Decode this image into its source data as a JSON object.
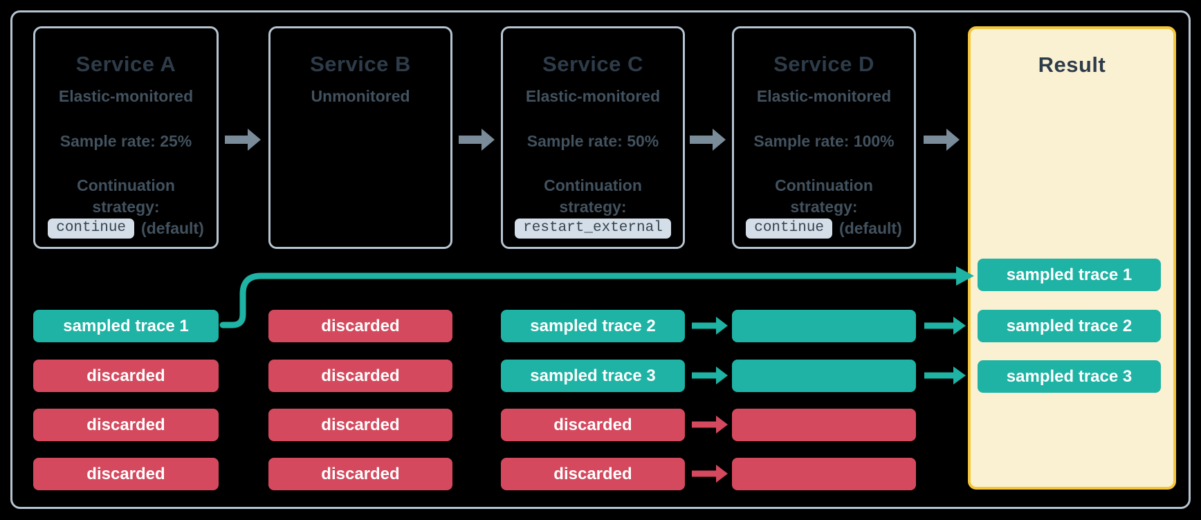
{
  "palette": {
    "background": "#000000",
    "frame_border": "#b6c4d1",
    "service_border": "#b6c4d1",
    "heading_text": "#2e3c4a",
    "body_text": "#42525f",
    "chip_background": "#d4dee8",
    "chip_text": "#36434f",
    "sampled_teal": "#1eb3a4",
    "discarded_red": "#d4495e",
    "result_background": "#faf1d3",
    "result_border": "#f4c63d",
    "box_arrow_gray": "#7a8b99",
    "pill_text": "#ffffff"
  },
  "services": [
    {
      "title": "Service A",
      "subtitle": "Elastic-monitored",
      "sample_rate": "Sample rate: 25%",
      "strategy_label": "Continuation strategy:",
      "strategy_code": "continue",
      "strategy_suffix": "(default)"
    },
    {
      "title": "Service B",
      "subtitle": "Unmonitored",
      "sample_rate": "",
      "strategy_label": "",
      "strategy_code": "",
      "strategy_suffix": ""
    },
    {
      "title": "Service C",
      "subtitle": "Elastic-monitored",
      "sample_rate": "Sample rate: 50%",
      "strategy_label": "Continuation strategy:",
      "strategy_code": "restart_external",
      "strategy_suffix": ""
    },
    {
      "title": "Service D",
      "subtitle": "Elastic-monitored",
      "sample_rate": "Sample rate: 100%",
      "strategy_label": "Continuation strategy:",
      "strategy_code": "continue",
      "strategy_suffix": "(default)"
    }
  ],
  "columns": {
    "a": [
      {
        "label": "sampled trace 1",
        "type": "sampled"
      },
      {
        "label": "discarded",
        "type": "discarded"
      },
      {
        "label": "discarded",
        "type": "discarded"
      },
      {
        "label": "discarded",
        "type": "discarded"
      }
    ],
    "b": [
      {
        "label": "discarded",
        "type": "discarded"
      },
      {
        "label": "discarded",
        "type": "discarded"
      },
      {
        "label": "discarded",
        "type": "discarded"
      },
      {
        "label": "discarded",
        "type": "discarded"
      }
    ],
    "c": [
      {
        "label": "sampled trace 2",
        "type": "sampled"
      },
      {
        "label": "sampled trace 3",
        "type": "sampled"
      },
      {
        "label": "discarded",
        "type": "discarded"
      },
      {
        "label": "discarded",
        "type": "discarded"
      }
    ],
    "d": [
      {
        "label": "",
        "type": "sampled"
      },
      {
        "label": "",
        "type": "sampled"
      },
      {
        "label": "",
        "type": "discarded"
      },
      {
        "label": "",
        "type": "discarded"
      }
    ]
  },
  "result": {
    "title": "Result",
    "pills": [
      {
        "label": "sampled trace 1",
        "type": "sampled"
      },
      {
        "label": "sampled trace 2",
        "type": "sampled"
      },
      {
        "label": "sampled trace 3",
        "type": "sampled"
      }
    ]
  }
}
